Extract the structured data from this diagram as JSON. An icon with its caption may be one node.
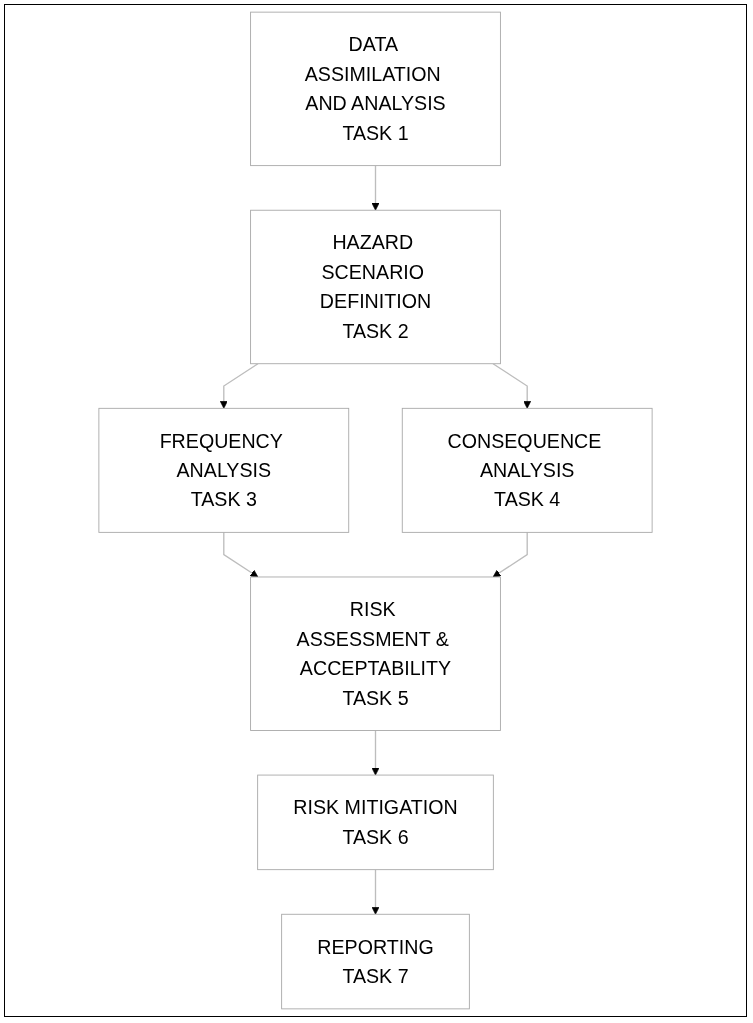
{
  "diagram": {
    "nodes": [
      {
        "text": [
          "DATA ASSIMILATION AND ANALYSIS",
          "TASK 1"
        ]
      },
      {
        "text": [
          "HAZARD SCENARIO DEFINITION",
          "TASK 2"
        ]
      },
      {
        "text": [
          "FREQUENCY ANALYSIS",
          "TASK 3"
        ]
      },
      {
        "text": [
          "CONSEQUENCE ANALYSIS",
          "TASK 4"
        ]
      },
      {
        "text": [
          "RISK ASSESSMENT & ACCEPTABILITY",
          "TASK 5"
        ]
      },
      {
        "text": [
          "RISK MITIGATION",
          "TASK 6"
        ]
      },
      {
        "text": [
          "REPORTING",
          "TASK 7"
        ]
      }
    ],
    "edges": [
      {
        "from": 0,
        "to": 1,
        "arrow": "to"
      },
      {
        "from": 1,
        "to": 2,
        "arrow": "to"
      },
      {
        "from": 1,
        "to": 3,
        "arrow": "to"
      },
      {
        "from": 2,
        "to": 4,
        "arrow": "to"
      },
      {
        "from": 3,
        "to": 4,
        "arrow": "to"
      },
      {
        "from": 4,
        "to": 5,
        "arrow": "to"
      },
      {
        "from": 5,
        "to": 6,
        "arrow": "to"
      }
    ]
  }
}
